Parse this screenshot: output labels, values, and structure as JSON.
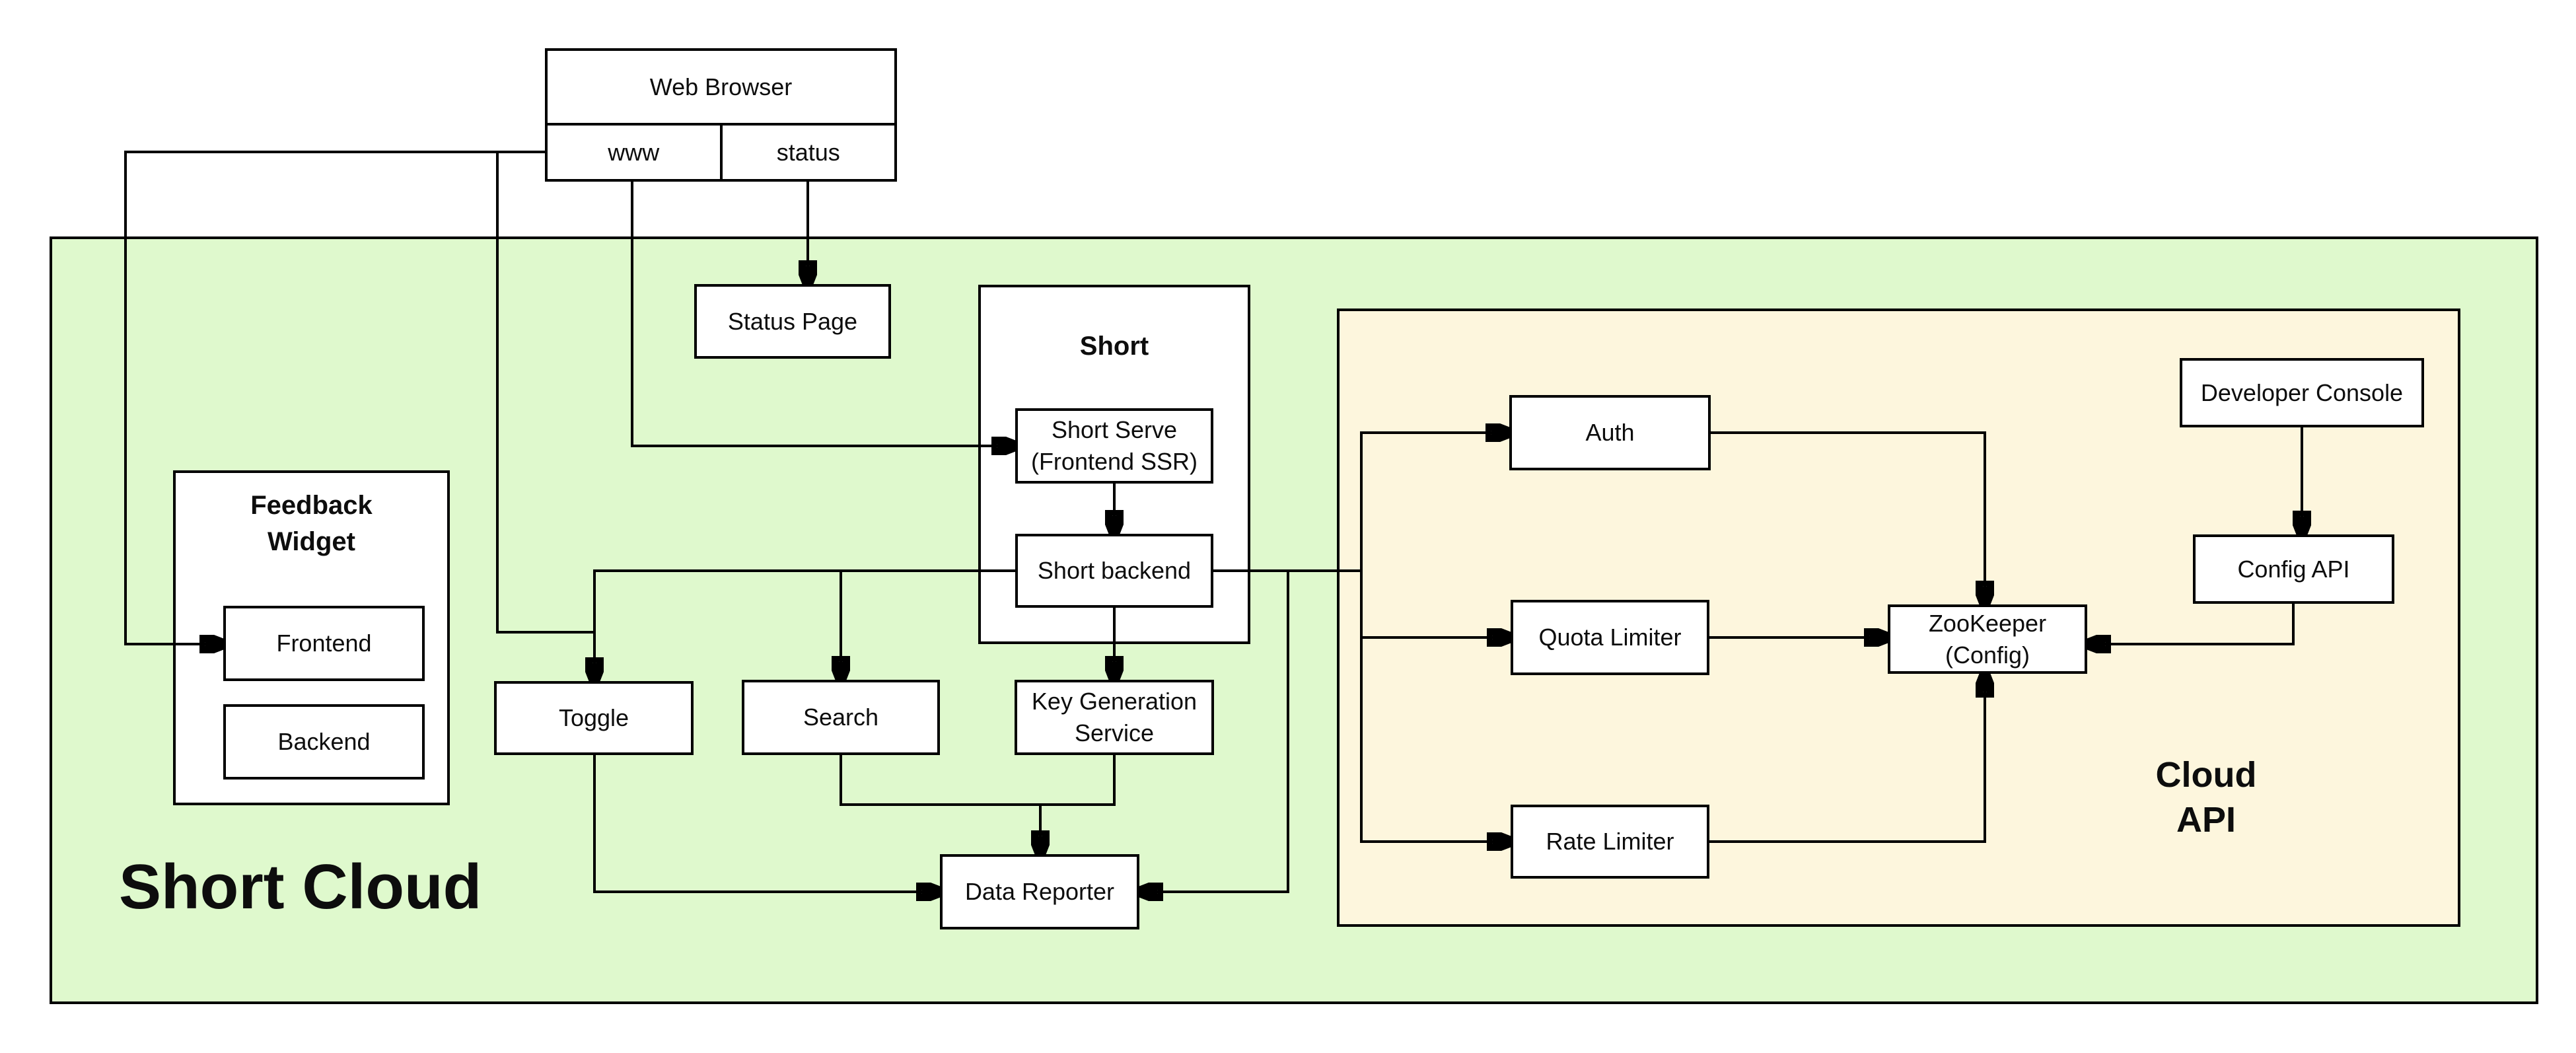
{
  "colors": {
    "short_cloud_fill": "#dff9cd",
    "cloud_api_fill": "#fdf6dd",
    "node_fill": "#ffffff",
    "line": "#000000"
  },
  "web_browser": {
    "title": "Web Browser",
    "cells": [
      "www",
      "status"
    ]
  },
  "containers": {
    "short_cloud": {
      "label": "Short Cloud"
    },
    "cloud_api": {
      "lines": [
        "Cloud",
        "API"
      ]
    },
    "short": {
      "label": "Short"
    },
    "feedback_widget": {
      "lines": [
        "Feedback",
        "Widget"
      ]
    }
  },
  "nodes": {
    "status_page": {
      "label": "Status Page"
    },
    "short_serve": {
      "lines": [
        "Short Serve",
        "(Frontend SSR)"
      ]
    },
    "short_backend": {
      "label": "Short backend"
    },
    "frontend": {
      "label": "Frontend"
    },
    "backend": {
      "label": "Backend"
    },
    "toggle": {
      "label": "Toggle"
    },
    "search": {
      "label": "Search"
    },
    "key_generation_service": {
      "lines": [
        "Key Generation",
        "Service"
      ]
    },
    "data_reporter": {
      "label": "Data Reporter"
    },
    "auth": {
      "label": "Auth"
    },
    "quota_limiter": {
      "label": "Quota Limiter"
    },
    "rate_limiter": {
      "label": "Rate Limiter"
    },
    "zookeeper": {
      "lines": [
        "ZooKeeper",
        "(Config)"
      ]
    },
    "developer_console": {
      "label": "Developer Console"
    },
    "config_api": {
      "label": "Config API"
    }
  },
  "edges": [
    {
      "from": "www",
      "to": "frontend"
    },
    {
      "from": "www",
      "to": "short_serve"
    },
    {
      "from": "www",
      "to": "toggle"
    },
    {
      "from": "status",
      "to": "status_page"
    },
    {
      "from": "short_serve",
      "to": "short_backend"
    },
    {
      "from": "short_backend",
      "to": "toggle"
    },
    {
      "from": "short_backend",
      "to": "search"
    },
    {
      "from": "short_backend",
      "to": "key_generation_service"
    },
    {
      "from": "short_backend",
      "to": "data_reporter"
    },
    {
      "from": "short_backend",
      "to": "auth"
    },
    {
      "from": "short_backend",
      "to": "quota_limiter"
    },
    {
      "from": "short_backend",
      "to": "rate_limiter"
    },
    {
      "from": "toggle",
      "to": "data_reporter"
    },
    {
      "from": "search",
      "to": "data_reporter"
    },
    {
      "from": "key_generation_service",
      "to": "data_reporter"
    },
    {
      "from": "auth",
      "to": "zookeeper"
    },
    {
      "from": "quota_limiter",
      "to": "zookeeper"
    },
    {
      "from": "rate_limiter",
      "to": "zookeeper"
    },
    {
      "from": "developer_console",
      "to": "config_api"
    },
    {
      "from": "config_api",
      "to": "zookeeper"
    }
  ]
}
